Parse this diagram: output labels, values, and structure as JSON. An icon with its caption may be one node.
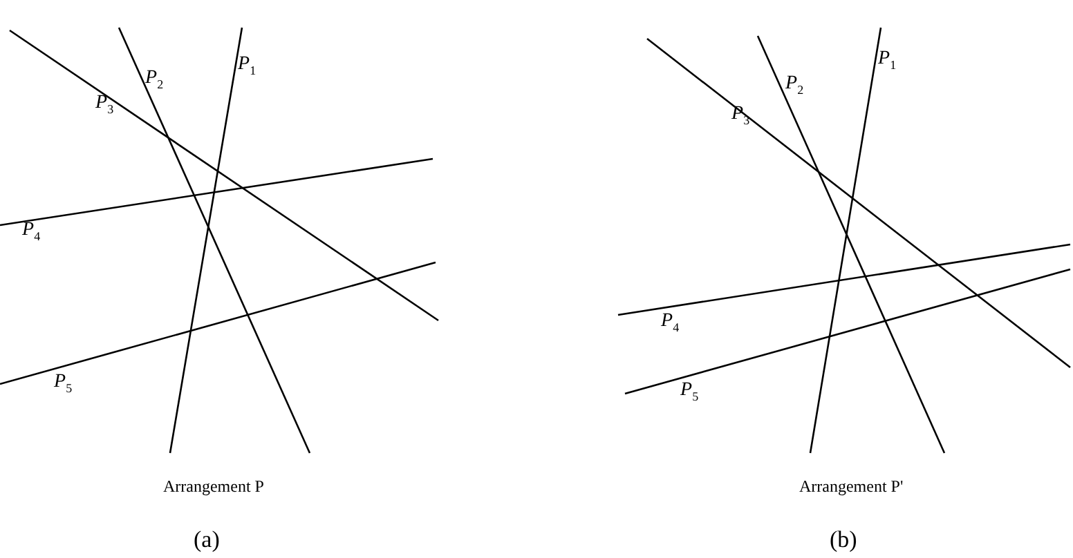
{
  "diagram": {
    "labels": [
      "*P*$_{1}$",
      "*P*$_{2}$",
      "*P*$_{3}$",
      "*P*$_{4}$",
      "*P*$_{5}$",
      "Arrangement P",
      "(a)",
      "*P*$_{1}$",
      "*P*$_{2}$",
      "*P*$_{3}$",
      "*P*$_{4}$",
      "*P*$_{5}$",
      "Arrangement P'",
      "(b)"
    ]
  }
}
